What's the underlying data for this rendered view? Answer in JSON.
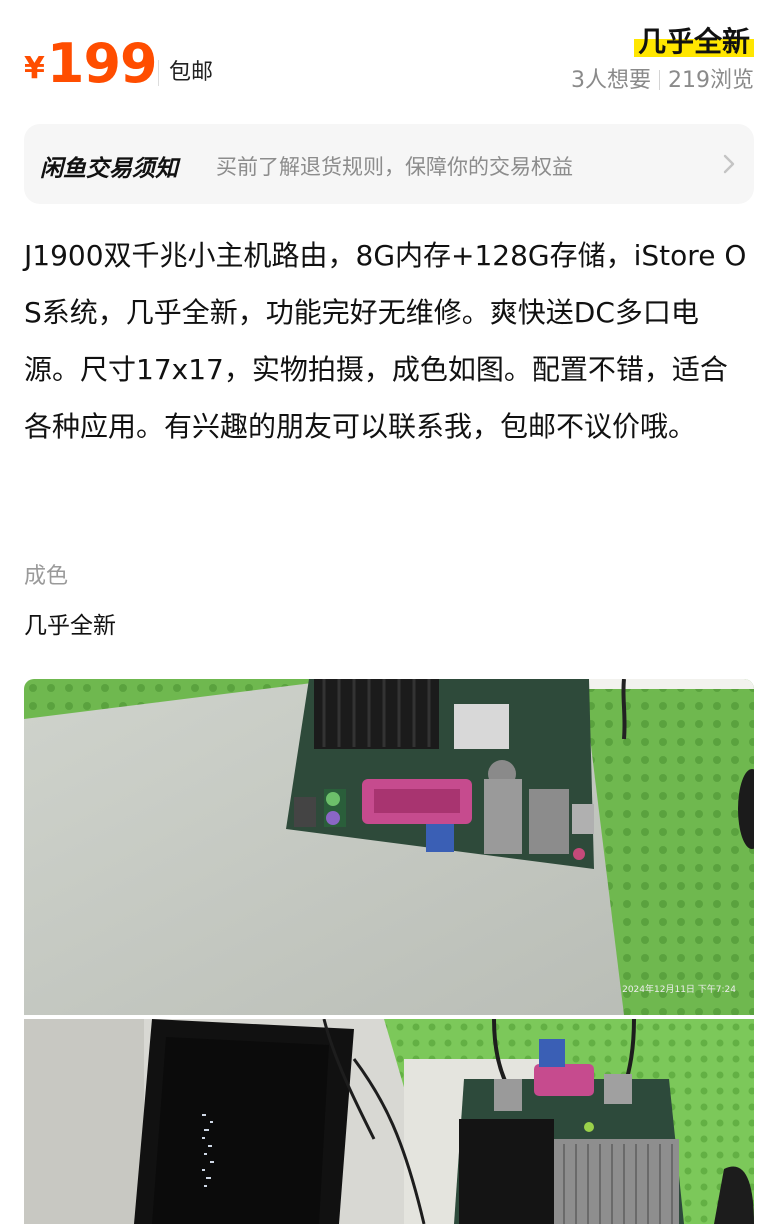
{
  "listing": {
    "currency": "¥",
    "price": "199",
    "shipping": "包邮",
    "condition_tag": "几乎全新",
    "wants": "3人想要",
    "views": "219浏览"
  },
  "notice": {
    "title": "闲鱼交易须知",
    "text": "买前了解退货规则，保障你的交易权益"
  },
  "description": "J1900双千兆小主机路由，8G内存+128G存储，iStore OS系统，几乎全新，功能完好无维修。爽快送DC多口电源。尺寸17x17，实物拍摄，成色如图。配置不错，适合各种应用。有兴趣的朋友可以联系我，包邮不议价哦。",
  "condition": {
    "label": "成色",
    "value": "几乎全新"
  },
  "photos": [
    {
      "timestamp": "2024年12月11日 下午7:24"
    },
    {}
  ],
  "colors": {
    "price": "#ff4d00",
    "tag_highlight": "#ffe600",
    "notice_bg": "#f6f6f6"
  }
}
